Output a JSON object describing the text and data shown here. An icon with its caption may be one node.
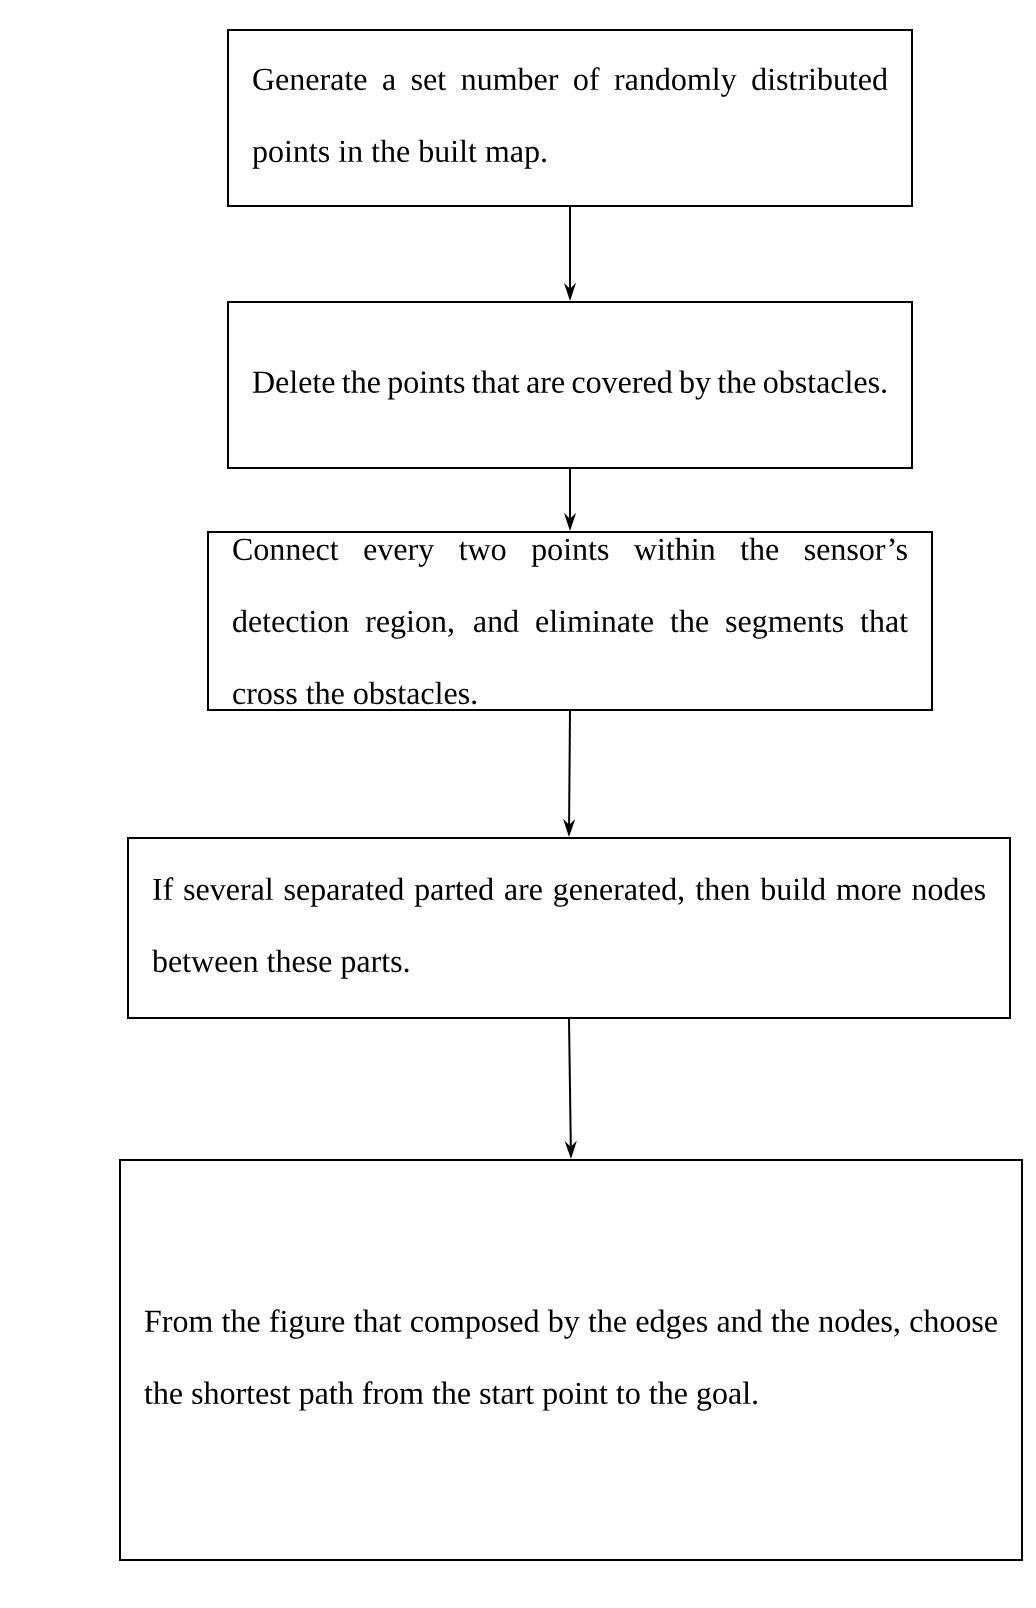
{
  "diagram": {
    "nodes": [
      {
        "text": [
          "Generate a set number of randomly distributed points in the built map."
        ]
      },
      {
        "text": [
          "Delete the points that are covered by the obstacles."
        ]
      },
      {
        "text": [
          "Connect every two points within the sensor’s detection region, and eliminate the segments that cross the obstacles."
        ]
      },
      {
        "text": [
          "If several separated parted are generated, then build more nodes between these parts."
        ]
      },
      {
        "text": [
          "From the figure that composed by the edges and the nodes, choose the shortest path from the start point to the goal."
        ]
      }
    ],
    "edges": [
      {
        "from": 0,
        "to": 1,
        "arrow": "to"
      },
      {
        "from": 1,
        "to": 2,
        "arrow": "to"
      },
      {
        "from": 2,
        "to": 3,
        "arrow": "to"
      },
      {
        "from": 3,
        "to": 4,
        "arrow": "to"
      }
    ]
  }
}
